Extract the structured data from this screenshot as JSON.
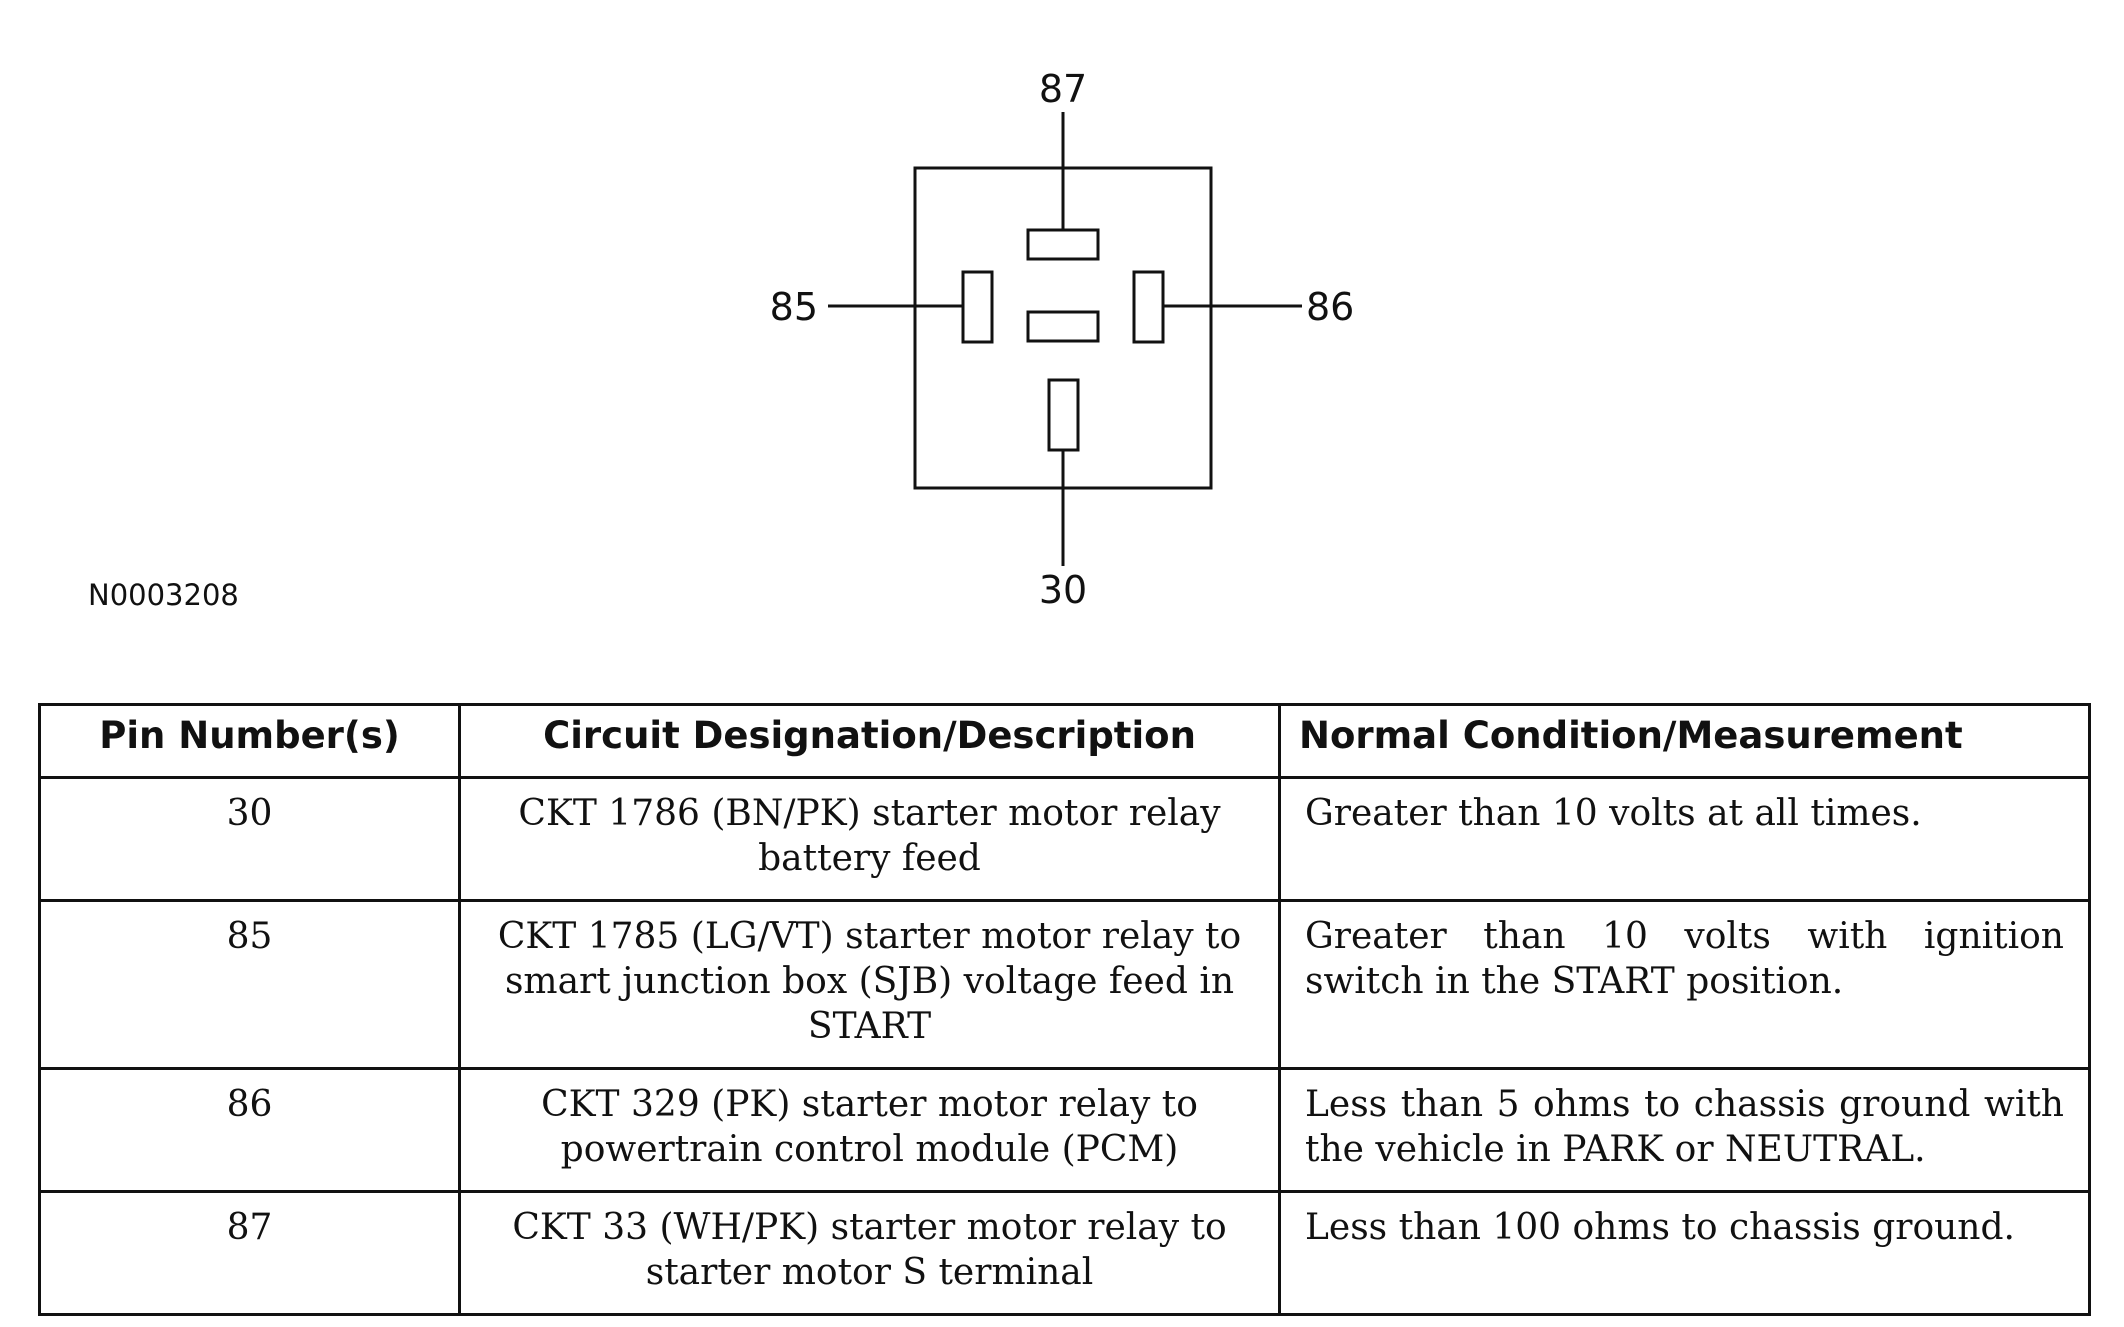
{
  "diagram": {
    "pins": {
      "top": "87",
      "left": "85",
      "right": "86",
      "bottom": "30"
    },
    "figure_id": "N0003208"
  },
  "table": {
    "headers": [
      "Pin Number(s)",
      "Circuit Designation/Description",
      "Normal Condition/Measurement"
    ],
    "rows": [
      {
        "pin": "30",
        "description": "CKT 1786 (BN/PK) starter motor relay battery feed",
        "measurement": "Greater than 10 volts at all times."
      },
      {
        "pin": "85",
        "description": "CKT 1785 (LG/VT) starter motor relay to smart junction box (SJB) voltage feed in START",
        "measurement": "Greater than 10 volts with ignition switch in the START position."
      },
      {
        "pin": "86",
        "description": "CKT 329 (PK) starter motor relay to powertrain control module (PCM)",
        "measurement": "Less than 5 ohms to chassis ground with the vehicle in PARK or NEUTRAL."
      },
      {
        "pin": "87",
        "description": "CKT 33 (WH/PK) starter motor relay to starter motor S terminal",
        "measurement": "Less than 100 ohms to chassis ground."
      }
    ]
  }
}
